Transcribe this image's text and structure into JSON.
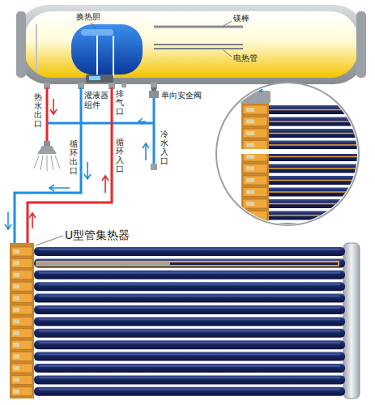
{
  "diagram": {
    "labels": [
      "换热胆",
      "镁棒",
      "电热管",
      "热水出口",
      "灌液器 组件",
      "排气口",
      "循环出口",
      "循环入口",
      "单向安全阀",
      "冷水入口",
      "U型管集热器"
    ]
  }
}
